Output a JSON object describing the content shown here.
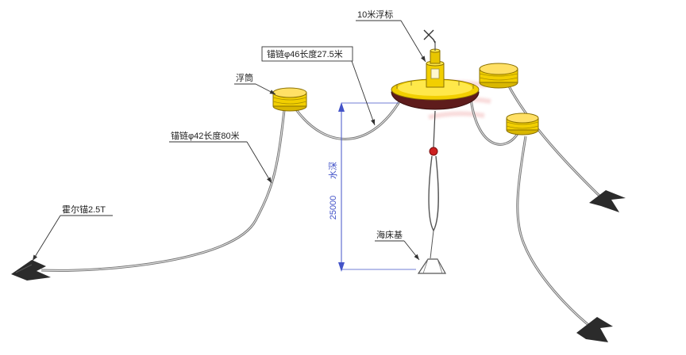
{
  "diagram": {
    "title": "buoy-mooring-arrangement",
    "labels": {
      "buoy": "10米浮标",
      "chain_46": "锚链φ46长度27.5米",
      "float_barrel": "浮筒",
      "chain_42": "锚链φ42长度80米",
      "hall_anchor": "霍尔锚2.5T",
      "seabed_base": "海床基",
      "water_depth": "水深",
      "depth_value": "25000"
    },
    "colors": {
      "buoy_yellow": "#f2cf00",
      "buoy_highlight": "#ffe84a",
      "hull_dark": "#5e1c1c",
      "chain_gray": "#6f6f6f",
      "dimension_blue": "#4353c8",
      "marker_red": "#cc2020",
      "anchor_dark": "#2b2b2b"
    }
  }
}
